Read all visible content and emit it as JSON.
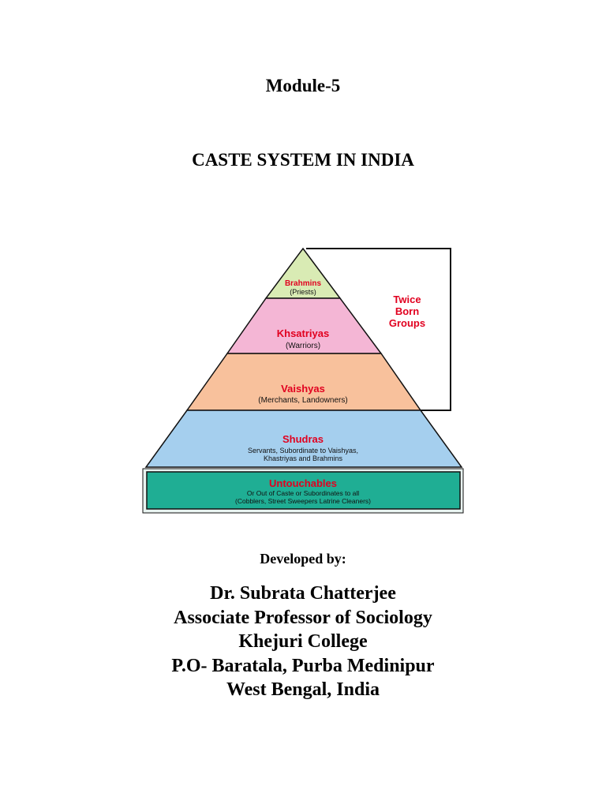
{
  "document": {
    "module": "Module-5",
    "title": "CASTE SYSTEM IN INDIA",
    "developed_by_label": "Developed by:",
    "author_lines": [
      "Dr. Subrata Chatterjee",
      "Associate Professor of Sociology",
      "Khejuri College",
      "P.O- Baratala, Purba Medinipur",
      "West Bengal, India"
    ]
  },
  "pyramid": {
    "bracket_label": [
      "Twice",
      "Born",
      "Groups"
    ],
    "levels": [
      {
        "name": "Brahmins",
        "description": [
          "(Priests)"
        ],
        "color": "#d9ebb4"
      },
      {
        "name": "Khsatriyas",
        "description": [
          "(Warriors)"
        ],
        "color": "#f4b6d5"
      },
      {
        "name": "Vaishyas",
        "description": [
          "(Merchants, Landowners)"
        ],
        "color": "#f8c19c"
      },
      {
        "name": "Shudras",
        "description": [
          "Servants, Subordinate to Vaishyas,",
          "Khastriyas and Brahmins"
        ],
        "color": "#a5cfee"
      },
      {
        "name": "Untouchables",
        "description": [
          "Or Out of Caste or Subordinates to all",
          "(Cobblers, Street Sweepers Latrine Cleaners)"
        ],
        "color": "#1fae94"
      }
    ],
    "label_color": "#e1001f"
  }
}
